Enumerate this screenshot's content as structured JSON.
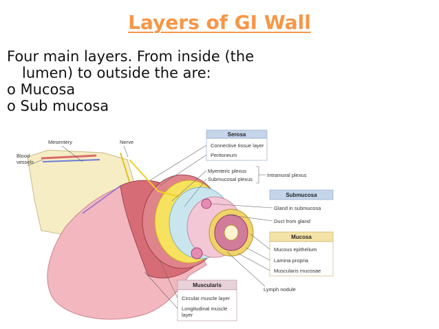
{
  "slide": {
    "title": "Layers of GI Wall",
    "intro_line1": "Four main layers. From inside (the",
    "intro_line2": "lumen) to outside the are:",
    "bullets": [
      "o Mucosa",
      "o Sub mucosa"
    ]
  },
  "diagram": {
    "left_labels": {
      "mesentery": "Mesentery",
      "nerve": "Nerve",
      "blood_vessels_1": "Blood",
      "blood_vessels_2": "vessels"
    },
    "serosa": {
      "title": "Serosa",
      "items": [
        "Connective tissue layer",
        "Peritoneum"
      ]
    },
    "plexus": {
      "items": [
        "Myenteric plexus",
        "Submucosal plexus"
      ],
      "group": "Intramural plexus"
    },
    "submucosa": {
      "title": "Submucosa",
      "items": [
        "Gland in submucosa",
        "Duct from gland"
      ]
    },
    "mucosa": {
      "title": "Mucosa",
      "items": [
        "Mucous epithelium",
        "Lamina propria",
        "Muscularis mucosae"
      ]
    },
    "lymph": "Lymph nodule",
    "muscularis": {
      "title": "Muscularis",
      "items": [
        "Circular muscle layer",
        "Longitudinal muscle",
        "layer"
      ]
    }
  },
  "colors": {
    "title": "#f79646",
    "box_header": "#c5d5ea",
    "mucosa_header": "#f3e3a6",
    "muscularis_header": "#e8d2da"
  }
}
